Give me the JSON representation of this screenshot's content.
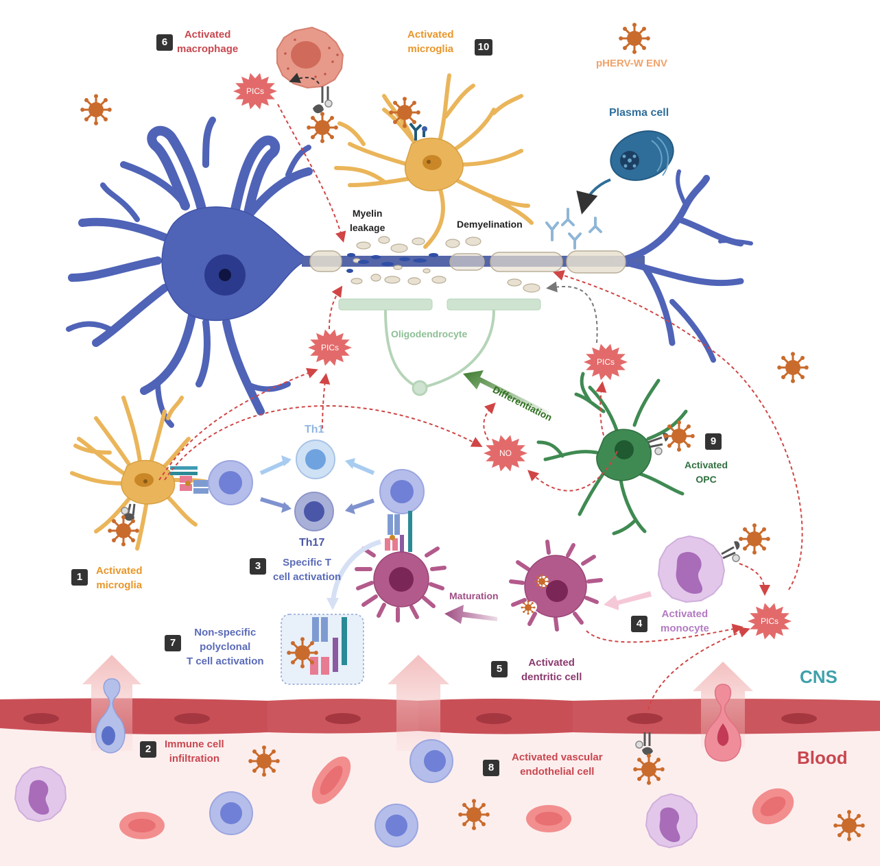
{
  "colors": {
    "neuron": "#4f63b7",
    "microglia": "#eab55a",
    "macrophage": "#e89a8a",
    "opc": "#3f8a52",
    "dendritic": "#b35a8c",
    "monocyte": "#c79ad0",
    "tcell": "#a9b4e6",
    "pics": "#e05a5a",
    "virus": "#c96b2c",
    "vessel": "#c94f57",
    "blood_bg": "#fdeeee",
    "cns_label": "#3fa1ab",
    "blood_label": "#c8474f",
    "oligodendrocyte": "#9ec4a4",
    "plasma": "#2f6e9a"
  },
  "labels": {
    "activated_macrophage": "Activated\nmacrophage",
    "activated_microglia_top": "Activated\nmicroglia",
    "pherv": "pHERV-W ENV",
    "plasma_cell": "Plasma cell",
    "myelin_leakage": "Myelin\nleakage",
    "demyelination": "Demyelination",
    "oligodendrocyte": "Oligodendrocyte",
    "differentiation": "Differentiation",
    "th1": "Th1",
    "th17": "Th17",
    "activated_opc": "Activated\nOPC",
    "activated_microglia_left": "Activated\nmicroglia",
    "specific_t": "Specific T\ncell activation",
    "maturation": "Maturation",
    "activated_monocyte": "Activated\nmonocyte",
    "non_specific": "Non-specific\npolyclonal\nT cell activation",
    "activated_dc": "Activated\ndentritic cell",
    "immune_infiltration": "Immune cell\ninfiltration",
    "activated_endothelial": "Activated vascular\nendothelial cell",
    "cns": "CNS",
    "blood": "Blood",
    "pics": "PICs",
    "no": "NO"
  },
  "badges": {
    "b1": "1",
    "b2": "2",
    "b3": "3",
    "b4": "4",
    "b5": "5",
    "b6": "6",
    "b7": "7",
    "b8": "8",
    "b9": "9",
    "b10": "10"
  }
}
